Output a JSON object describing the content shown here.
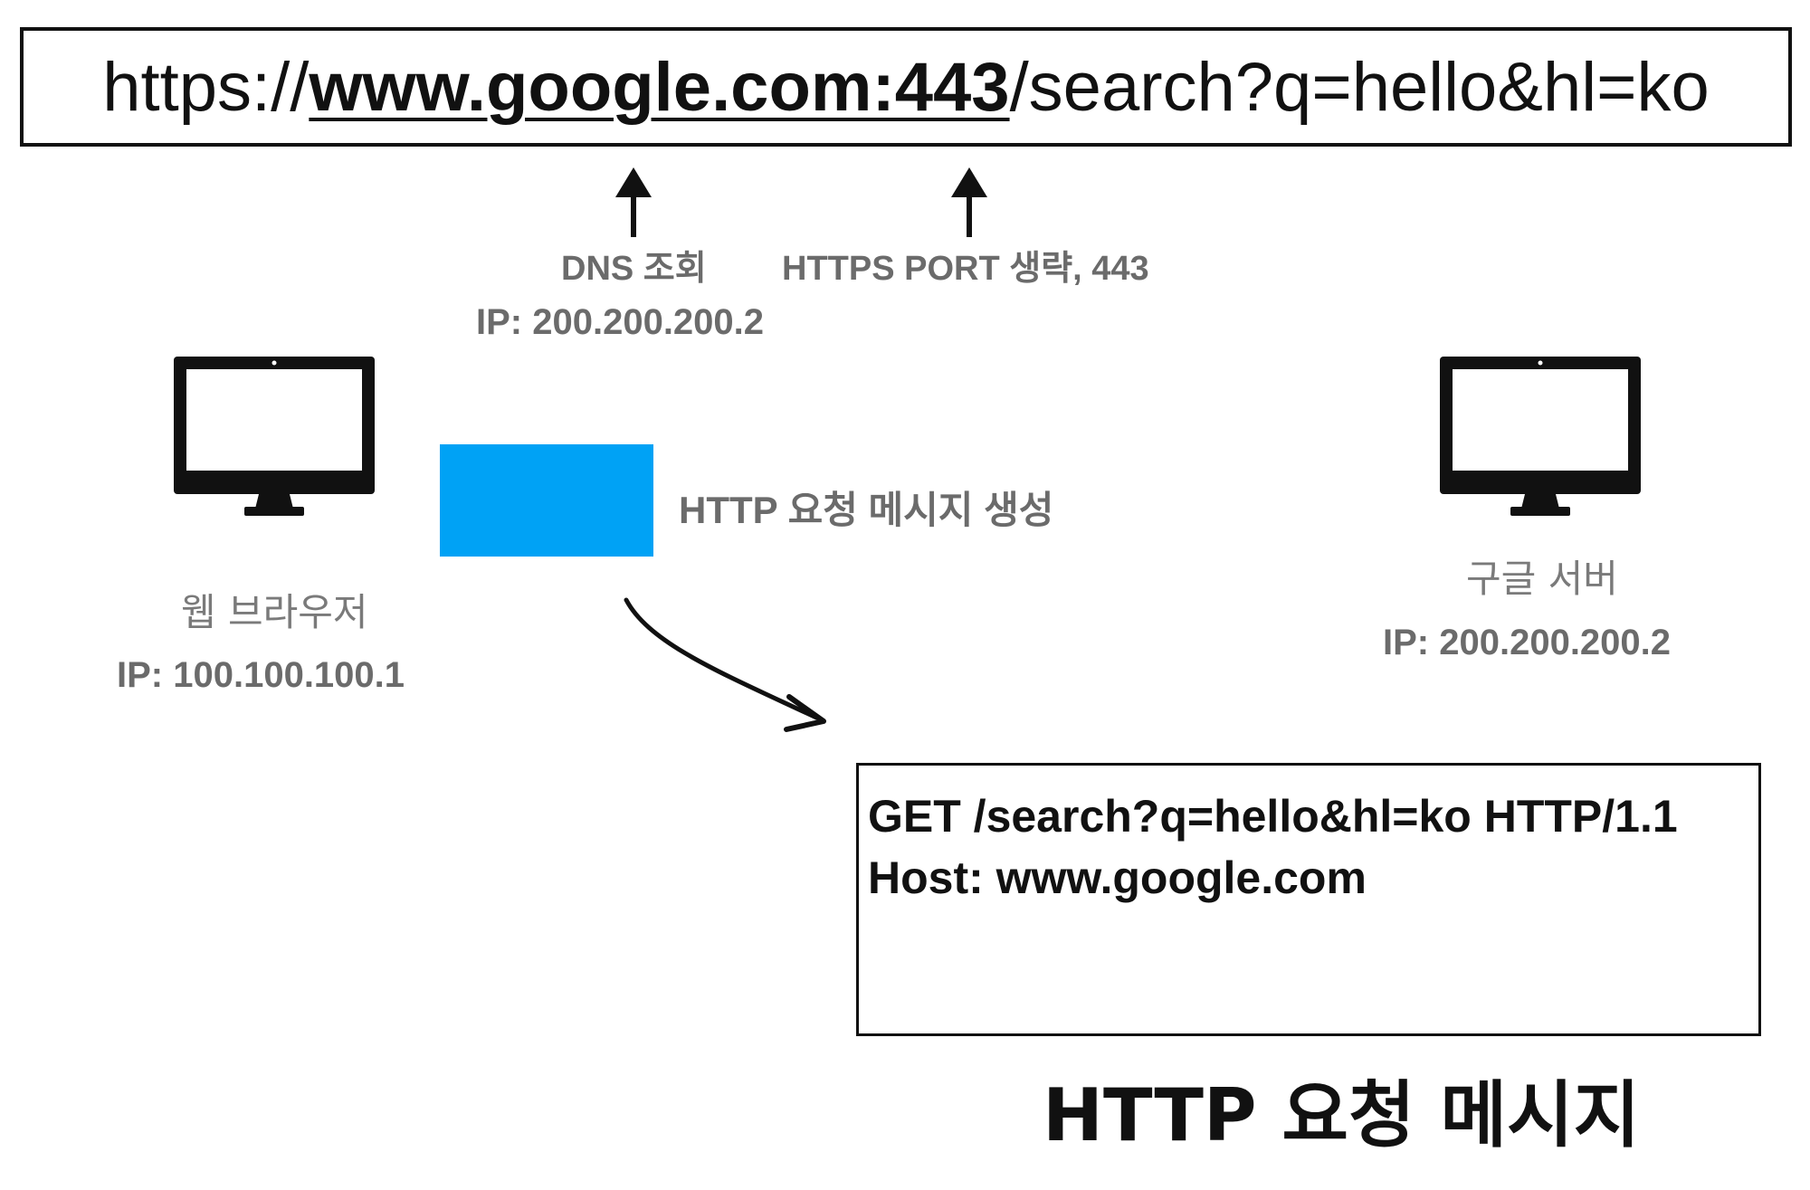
{
  "url": {
    "scheme": "https://",
    "host": "www.google.com:443",
    "path_query": "/search?q=hello&hl=ko"
  },
  "annotations": {
    "dns_lookup": "DNS 조회",
    "dns_ip": "IP: 200.200.200.2",
    "https_port": "HTTPS PORT 생략, 443"
  },
  "client": {
    "name": "웹 브라우저",
    "ip": "IP: 100.100.100.1",
    "icon": "monitor-icon"
  },
  "server": {
    "name": "구글 서버",
    "ip": "IP: 200.200.200.2",
    "icon": "monitor-icon"
  },
  "request_step": {
    "label": "HTTP 요청 메시지 생성",
    "color": "#00a2f5"
  },
  "message": {
    "lines": [
      "GET /search?q=hello&hl=ko HTTP/1.1",
      "Host: www.google.com"
    ],
    "caption": "HTTP 요청 메시지"
  }
}
